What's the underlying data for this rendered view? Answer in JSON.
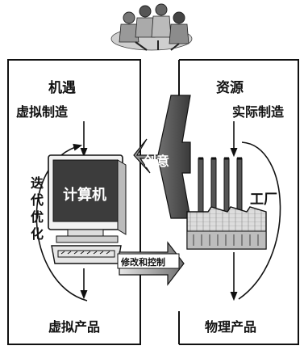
{
  "left_panel": {
    "title": "机遇",
    "top_label": "虚拟制造",
    "loop_label": [
      "迭",
      "代",
      "优",
      "化"
    ],
    "computer_label": "计算机",
    "bottom_label": "虚拟产品"
  },
  "right_panel": {
    "title": "资源",
    "top_label": "实际制造",
    "factory_label": "工厂",
    "bottom_label": "物理产品"
  },
  "center": {
    "creativity_label": "创意",
    "control_label": "修改和控制"
  },
  "icons": [
    "people-group-icon",
    "computer-icon",
    "keyboard-icon",
    "factory-icon",
    "h-arrow-icon",
    "right-arrow-icon"
  ]
}
